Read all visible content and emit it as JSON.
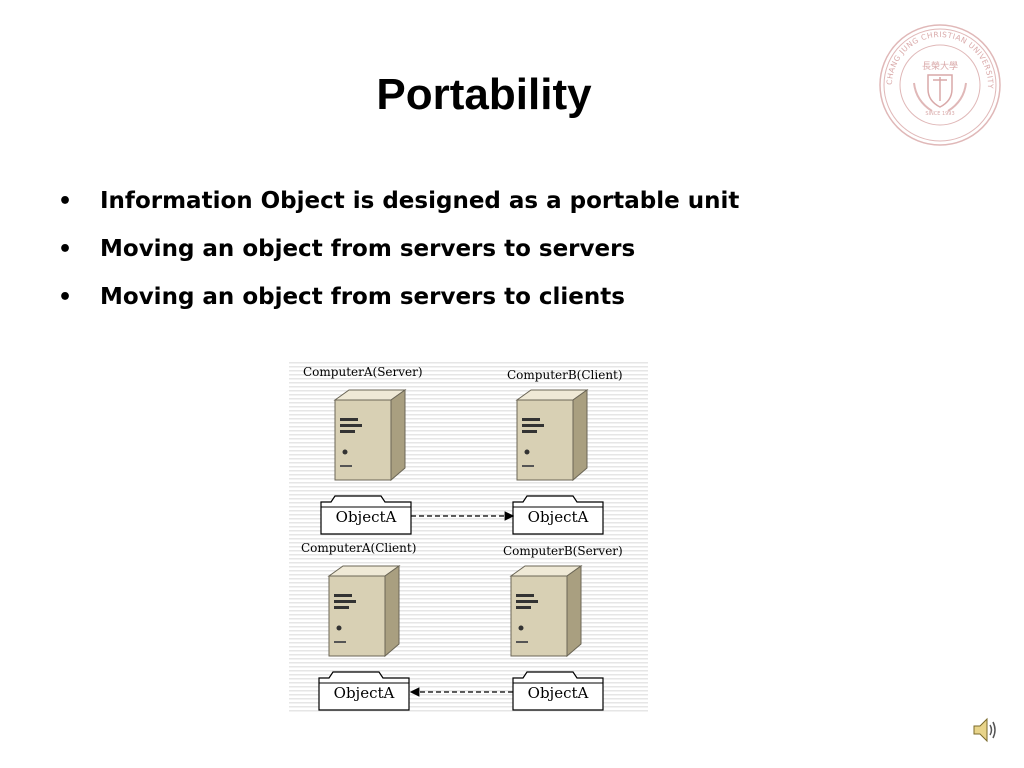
{
  "slide": {
    "title": "Portability",
    "bullets": [
      "Information Object is designed as a portable unit",
      "Moving an object from servers to servers",
      "Moving an object from servers to clients"
    ],
    "bullet_symbol": "•"
  },
  "diagram": {
    "top_left_label": "ComputerA(Server)",
    "top_right_label": "ComputerB(Client)",
    "bottom_left_label": "ComputerA(Client)",
    "bottom_right_label": "ComputerB(Server)",
    "object_label": "ObjectA"
  },
  "seal": {
    "outer_text": "CHANG JUNG CHRISTIAN UNIVERSITY",
    "inner_text": "SINCE 1993",
    "chinese_name": "長榮大學",
    "color": "#d9a9a9"
  },
  "icons": {
    "speaker": "speaker-icon"
  }
}
